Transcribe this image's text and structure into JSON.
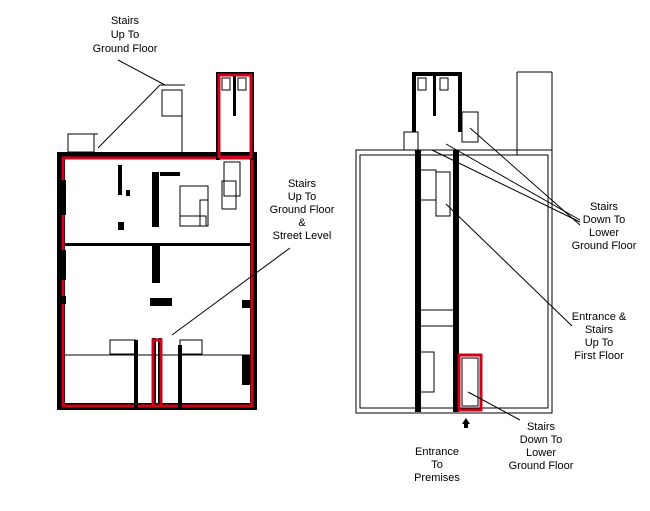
{
  "labels": {
    "stairs_up_ground": [
      "Stairs",
      "Up To",
      "Ground Floor"
    ],
    "stairs_up_ground_street": [
      "Stairs",
      "Up To",
      "Ground Floor",
      "&",
      "Street Level"
    ],
    "stairs_down_lower_1": [
      "Stairs",
      "Down To",
      "Lower",
      "Ground Floor"
    ],
    "entrance_stairs_first": [
      "Entrance &",
      "Stairs",
      "Up To",
      "First Floor"
    ],
    "entrance_premises": [
      "Entrance",
      "To",
      "Premises"
    ],
    "stairs_down_lower_2": [
      "Stairs",
      "Down To",
      "Lower",
      "Ground Floor"
    ]
  },
  "colors": {
    "highlight": "#d0021b",
    "wall": "#000000"
  }
}
